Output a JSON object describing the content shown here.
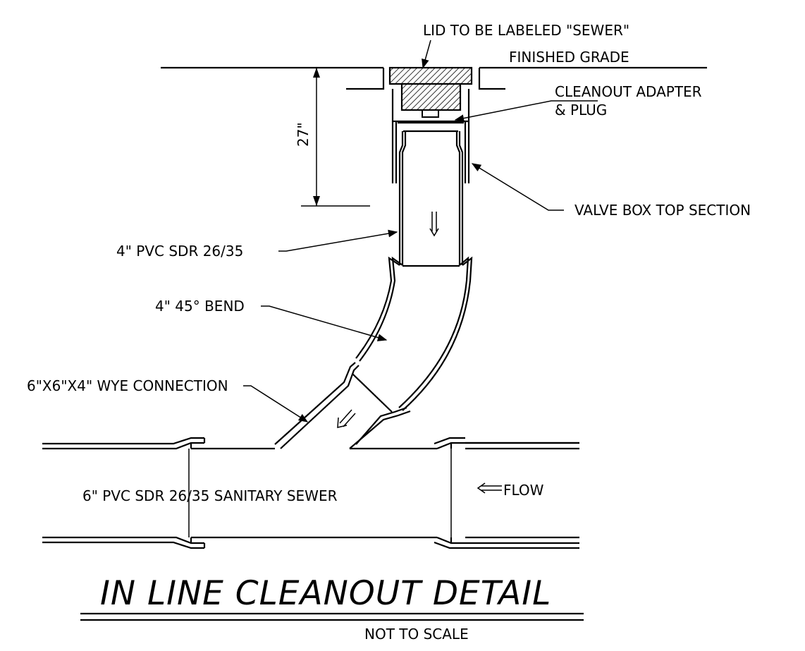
{
  "title": "IN LINE CLEANOUT DETAIL",
  "scale_note": "NOT TO SCALE",
  "labels": {
    "lid": "LID TO BE LABELED \"SEWER\"",
    "grade": "FINISHED GRADE",
    "adapter_line1": "CLEANOUT ADAPTER",
    "adapter_line2": "& PLUG",
    "valve_box": "VALVE BOX TOP SECTION",
    "riser_pipe": "4\" PVC SDR 26/35",
    "bend": "4\" 45° BEND",
    "wye": "6\"X6\"X4\" WYE CONNECTION",
    "main_pipe": "6\" PVC SDR 26/35 SANITARY SEWER",
    "flow": "FLOW",
    "depth": "27\""
  },
  "colors": {
    "line": "#000000",
    "background": "#ffffff"
  }
}
